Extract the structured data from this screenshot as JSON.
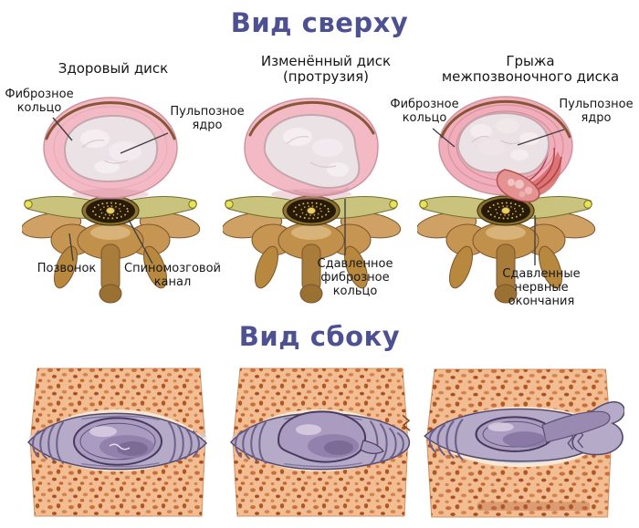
{
  "colors": {
    "title": "#4d5192",
    "label_text": "#161616",
    "leader_line": "#404040",
    "disc_ring_pink": "#f3bac6",
    "disc_ring_edge": "#cf93a0",
    "disc_rim_brown": "#7b4b27",
    "nucleus_cream": "#ebe2e5",
    "nucleus_edge": "#c5a5ae",
    "bone_tan": "#c69552",
    "bone_outline": "#7c552a",
    "nerve_olive": "#cac37e",
    "nerve_tip_yellow": "#e9e454",
    "canal_dark": "#281a08",
    "canal_gold": "#d9b850",
    "hernia_red": "#d96a6a",
    "hernia_red_deep": "#b34f4f",
    "side_bone_orange": "#f2bd93",
    "side_bone_speckle": "#b0571f",
    "side_disc_lavender": "#b5aac8",
    "side_nucleus_purple": "#a99cc0",
    "side_disc_outline": "#57496b",
    "endplate_cream": "#f6e8d2",
    "cartilage_blue": "#c6d0e0"
  },
  "top_section": {
    "title": "Вид сверху",
    "panels": [
      {
        "heading_line1": "Здоровый диск",
        "heading_line2": "",
        "labels": {
          "fibrous_ring": "Фиброзное кольцо",
          "nucleus": "Пульпозное ядро",
          "vertebra": "Позвонок",
          "spinal_canal": "Спиномозговой канал"
        }
      },
      {
        "heading_line1": "Изменённый диск",
        "heading_line2": "(протрузия)",
        "labels": {
          "compressed_ring": "Сдавленное фиброзное кольцо"
        }
      },
      {
        "heading_line1": "Грыжа",
        "heading_line2": "межпозвоночного диска",
        "labels": {
          "fibrous_ring": "Фиброзное кольцо",
          "nucleus": "Пульпозное ядро",
          "compressed_nerves": "Сдавленные нервные окончания"
        }
      }
    ]
  },
  "bottom_section": {
    "title": "Вид сбоку"
  }
}
